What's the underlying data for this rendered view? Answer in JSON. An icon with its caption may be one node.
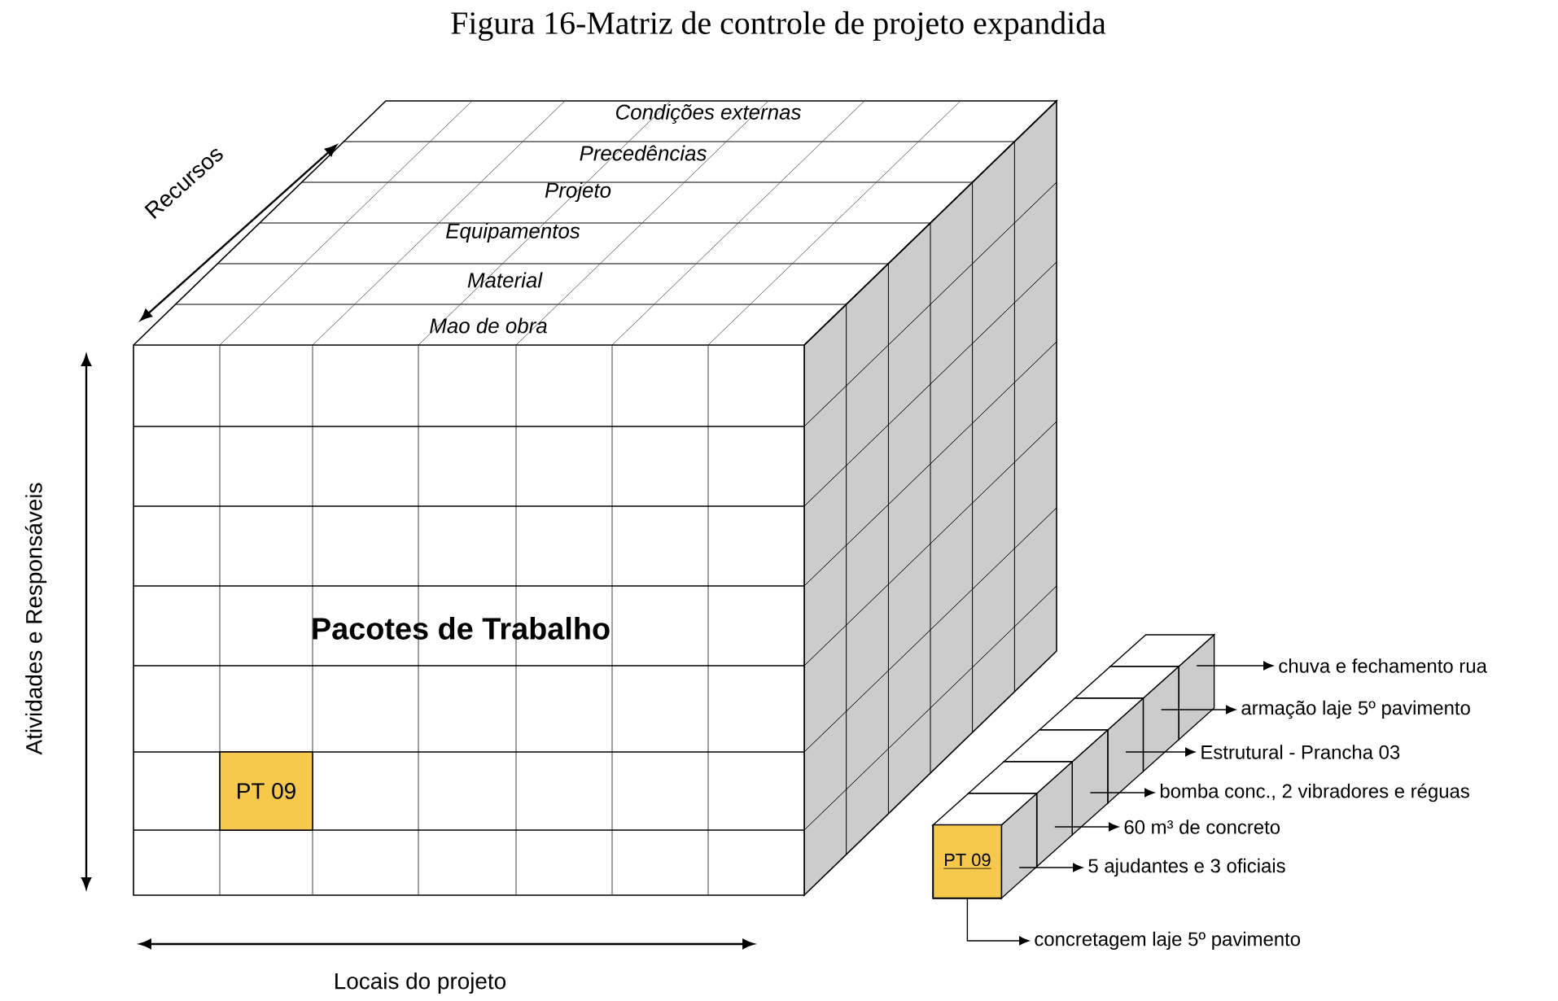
{
  "diagram": {
    "title": "Figura 16-Matriz de controle de projeto expandida",
    "nodes": [
      {
        "text": [
          "PT 09"
        ]
      },
      {
        "text": [],
        "shape": "box"
      },
      {
        "text": [],
        "shape": "box"
      },
      {
        "text": [],
        "shape": "box"
      },
      {
        "text": [],
        "shape": "box"
      },
      {
        "text": [],
        "shape": "box"
      },
      {
        "text": [],
        "shape": "box"
      },
      {
        "text": [
          "PT 09"
        ],
        "in": 1
      },
      {
        "text": [
          "chuva e fechamento rua"
        ]
      },
      {
        "text": [
          "armação laje 5º pavimento"
        ]
      },
      {
        "text": [
          "Estrutural - Prancha 03"
        ]
      },
      {
        "text": [
          "bomba conc., 2 vibradores e réguas"
        ]
      },
      {
        "text": [
          "60 m³ de concreto"
        ]
      },
      {
        "text": [
          "5 ajudantes e 3 oficiais"
        ]
      },
      {
        "text": [
          "concretagem laje 5º pavimento"
        ]
      }
    ],
    "edges": [
      {
        "from": 6,
        "to": 8,
        "arrow": "to"
      },
      {
        "from": 5,
        "to": 9,
        "arrow": "to"
      },
      {
        "from": 4,
        "to": 10,
        "arrow": "to"
      },
      {
        "from": 3,
        "to": 11,
        "arrow": "to"
      },
      {
        "from": 2,
        "to": 12,
        "arrow": "to"
      },
      {
        "from": 1,
        "to": 13,
        "arrow": "to"
      },
      {
        "from": 7,
        "to": 14,
        "arrow": "to"
      }
    ],
    "labels": [
      "Recursos",
      "Condições externas",
      "Precedências",
      "Projeto",
      "Equipamentos",
      "Material",
      "Mao de obra",
      "Atividades e Responsáveis",
      "Pacotes de Trabalho",
      "Locais do projeto"
    ]
  }
}
